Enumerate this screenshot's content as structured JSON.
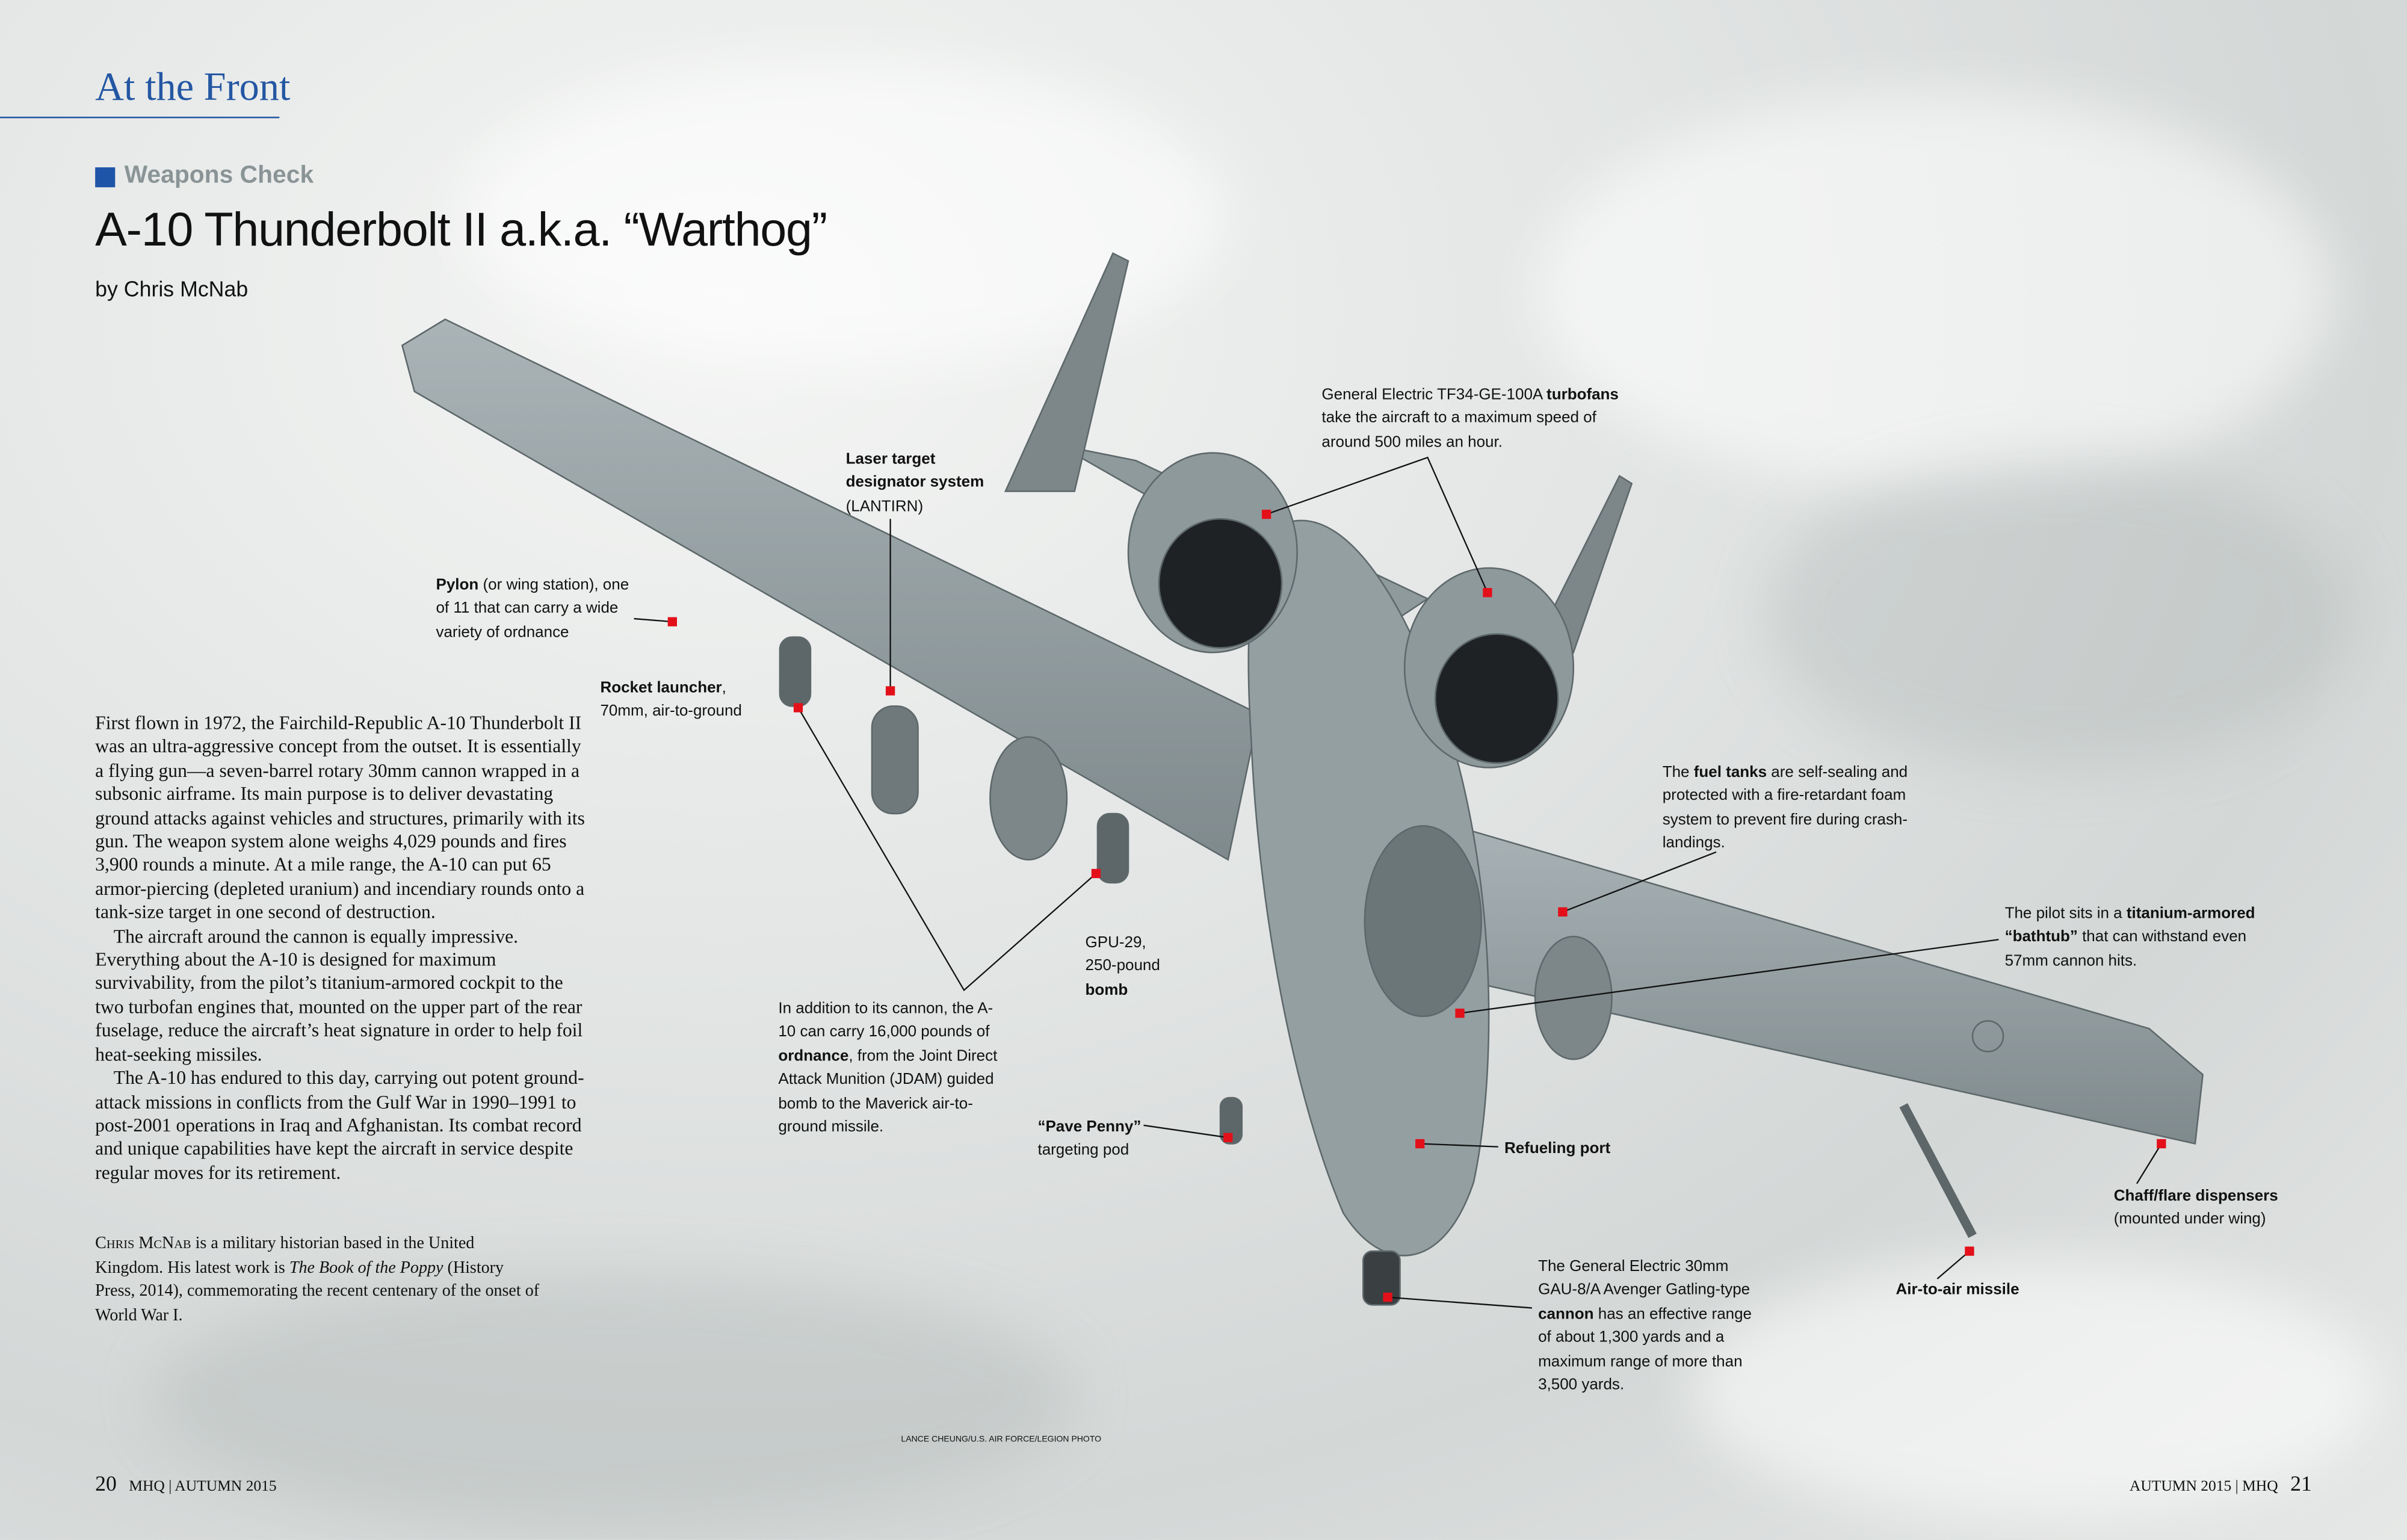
{
  "header": {
    "section": "At the Front",
    "kicker": "Weapons Check",
    "title": "A-10 Thunderbolt II a.k.a. “Warthog”",
    "byline": "by Chris McNab"
  },
  "article": {
    "paragraphs": [
      "First flown in 1972, the Fairchild-Republic A-10 Thunderbolt II was an ultra-aggressive concept from the outset. It is essentially a flying gun—a seven-barrel rotary 30mm cannon wrapped in a subsonic airframe. Its main purpose is to deliver devastating ground attacks against vehicles and structures, primarily with its gun. The weapon system alone weighs 4,029 pounds and fires 3,900 rounds a minute. At a mile range, the A-10 can put 65 armor-piercing (depleted uranium) and incendiary rounds onto a tank-size target in one second of destruction.",
      "The aircraft around the cannon is equally impressive. Everything about the A-10 is designed for maximum survivability, from the pilot’s titanium-armored cockpit to the two turbofan engines that, mounted on the upper part of the rear fuselage, reduce the aircraft’s heat signature in order to help foil heat-seeking missiles.",
      "The A-10 has endured to this day, carrying out potent ground-attack missions in conflicts from the Gulf War in 1990–1991 to post-2001 operations in Iraq and Afghanistan. Its combat record and unique capabilities have kept the aircraft in service despite regular moves for its retirement."
    ],
    "bio": {
      "name": "Chris McNab",
      "text1": " is a military historian based in the United Kingdom. His latest work is ",
      "book": "The Book of the Poppy",
      "text2": " (History Press, 2014), commemorating the recent centenary of the onset of World War I."
    }
  },
  "callouts": {
    "laser": {
      "pre": "",
      "bold": "Laser target designator system",
      "post": " (LANTIRN)"
    },
    "turbofans": {
      "pre": "General Electric TF34-GE-100A ",
      "bold": "turbofans",
      "post": " take the aircraft to a maximum speed of around 500 miles an hour."
    },
    "pylon": {
      "pre": "",
      "bold": "Pylon",
      "post": " (or wing station), one of 11 that can carry a wide variety of ordnance"
    },
    "rocket": {
      "pre": "",
      "bold": "Rocket launcher",
      "post": ", 70mm, air-to-ground"
    },
    "fuel": {
      "pre": "The ",
      "bold": "fuel tanks",
      "post": " are self-sealing and protected with a fire-retardant foam system to prevent fire during crash-landings."
    },
    "pilot": {
      "pre": "The pilot sits in a ",
      "bold": "titanium-armored “bathtub”",
      "post": " that can withstand even 57mm cannon hits."
    },
    "gpu": {
      "pre": "GPU-29, 250-pound ",
      "bold": "bomb",
      "post": ""
    },
    "ordnance": {
      "pre": "In addition to its cannon, the A-10 can carry 16,000 pounds of ",
      "bold": "ordnance",
      "post": ", from the Joint Direct Attack Munition (JDAM) guided bomb to the Maverick air-to-ground missile."
    },
    "pave": {
      "pre": "",
      "bold": "“Pave Penny”",
      "post": " targeting pod"
    },
    "refuel": {
      "pre": "",
      "bold": "Refueling port",
      "post": ""
    },
    "chaff": {
      "pre": "",
      "bold": "Chaff/flare dispensers",
      "post": " (mounted under wing)"
    },
    "a2a": {
      "pre": "",
      "bold": "Air-to-air missile",
      "post": ""
    },
    "cannon": {
      "pre": "The General Electric 30mm GAU-8/A Avenger Gatling-type ",
      "bold": "cannon",
      "post": " has an effective range of about 1,300 yards and a maximum range of more than 3,500 yards."
    }
  },
  "credit": "LANCE CHEUNG/U.S. AIR FORCE/LEGION PHOTO",
  "footer": {
    "left_page": "20",
    "left_text": "MHQ | AUTUMN 2015",
    "right_page": "21",
    "right_text": "AUTUMN 2015 | MHQ"
  },
  "colors": {
    "accent": "#2457a3",
    "marker": "#e3101a",
    "aircraft": "#8e999c"
  }
}
